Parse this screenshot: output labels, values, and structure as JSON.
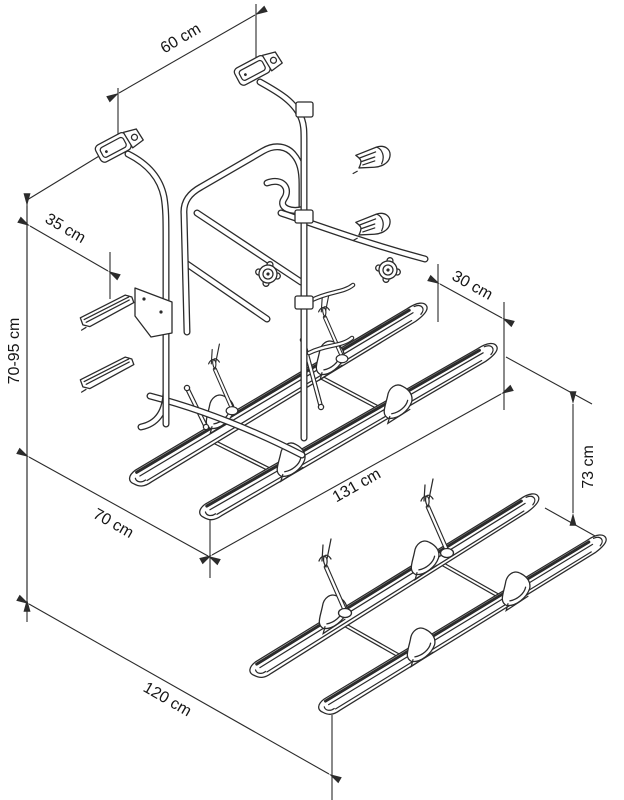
{
  "page": {
    "background": "#ffffff",
    "ink_color": "#2b2b2b"
  },
  "diagram": {
    "kind": "isometric-dimension-drawing",
    "labels": {
      "top_span": "60 cm",
      "wall_offset": "35 cm",
      "height_range": "70-95 cm",
      "track_gap": "30 cm",
      "drop_height": "73 cm",
      "rail_length": "131 cm",
      "side_depth": "70 cm",
      "base_width": "120 cm"
    }
  }
}
